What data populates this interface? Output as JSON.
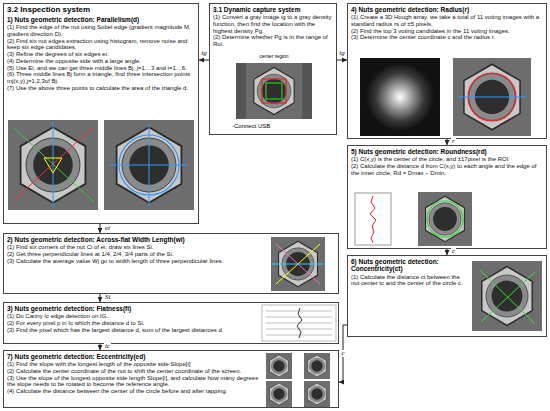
{
  "diagram": {
    "nodes": [
      {
        "text": [
          "3.2 Inspection system",
          "1) Nuts geometric detection: Parallelism(d)",
          "(1) Find the edge of the nut using Sobel edge (gradient magnitude M, gradient direction D).",
          "(2) Find six nut edges extraction using histogram, remove noise and keep six edge candidates.",
          "(3) Refine the degrees of six edges ei.",
          "(4) Determine the opposite side with a large angle.",
          "(5) Use Ei, and we can get three middle lines Bj, j=1…3 and i=1…6.",
          "(6) Three middle lines Bj form a triangle, find three intersection points mj(x,y),j=1,2,3of Bj.",
          "(7) Use the above three points to calculate the area of the triangle d."
        ]
      },
      {
        "text": [
          "3.1 Dynamic capture system",
          "(1) Convert a gray image ig to a gray density function, then find the location with the highest density Pg.",
          "(2) Determine whether Pg is in the range of Roi."
        ]
      },
      {
        "text": [
          "4) Nuts geometric detection: Radius(r)",
          "(1) Create a 3D Hough array, we take a total of 11 voting images with a standard radius rs of ±5 pixels.",
          "(2) Find the top 3 voting candidates in the 11 voting images.",
          "(3) Determine the center coordinate c and the radius r."
        ]
      },
      {
        "text": [
          "2) Nuts geometric detection: Across-flat Width Length(wi)",
          "(1) Find six corners of the nut Ci of ei, draw six lines Si.",
          "(2) Get three perpendicular lines at 1/4, 2/4, 3/4 parts of the Si.",
          "(3) Calculate the average value Wj go to width length of three perpendicular lines."
        ]
      },
      {
        "text": [
          "3) Nuts geometric detection: Flatness(fi)",
          "(1) Do Canny Ic edge detection on IG.",
          "(2) For every pixel p in Ic which the distance d to Si.",
          "(3) Find the pixel which has the largest distance d, sum of the largest distances d."
        ]
      },
      {
        "text": [
          "5) Nuts geometric detection: Roundness(rd)",
          "(1) C(x,y) is the center of the circle, and ±17pixel is the ROI.",
          "(2) Calculate the distance d from C(x,y) to each angle and the edge of the inner circle, Rd = Dmax − Dmin."
        ]
      },
      {
        "text": [
          "6) Nuts geometric detection: Concentricity(ct)",
          "(1) Calculate the distance ct between the nut center tc and the center of the circle c."
        ]
      },
      {
        "text": [
          "7) Nuts geometric detection: Eccentricity(ed)",
          "(1) Find the slope with the longest length of the opposite side Slope[i]",
          "(2) Calculate the center coordinate of the nut to shift the center coordinate of the screen.",
          "(3) Use the slope of the longest opposite side length Slope[i], and calculate how many degrees the slope needs to be rotated to become the reference angle.",
          "(4) Calculate the distance between the center of the circle before and after tapping."
        ]
      }
    ],
    "edges": [
      {
        "from": 1,
        "to": 0,
        "label": "ig",
        "arrow": "to"
      },
      {
        "from": 1,
        "to": 2,
        "label": "ig",
        "arrow": "to"
      },
      {
        "from": 0,
        "to": 3,
        "label": "ei",
        "arrow": "to"
      },
      {
        "from": 3,
        "to": 4,
        "label": "Si",
        "arrow": "to"
      },
      {
        "from": 4,
        "to": 7,
        "label": "tc",
        "arrow": "to"
      },
      {
        "from": 2,
        "to": 5,
        "label": "r",
        "arrow": "to"
      },
      {
        "from": 5,
        "to": 6,
        "label": "c",
        "arrow": "to"
      },
      {
        "from": 6,
        "to": 7,
        "label": "c",
        "arrow": "to"
      }
    ],
    "labels": [
      "center region",
      "-Connect USB"
    ]
  }
}
